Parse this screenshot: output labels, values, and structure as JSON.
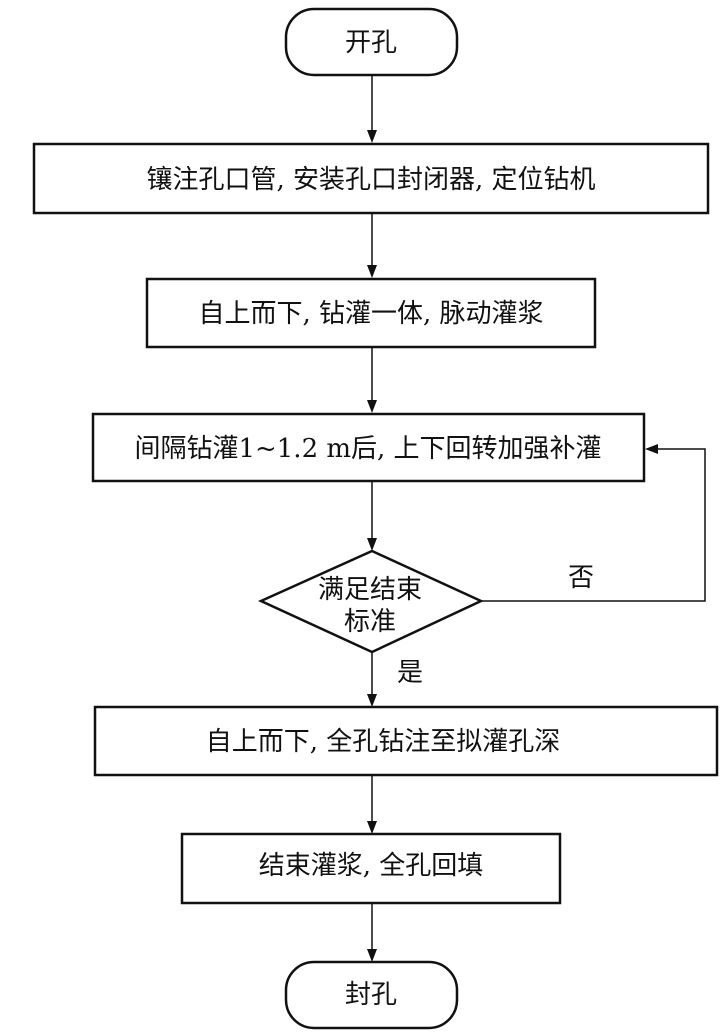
{
  "flowchart": {
    "start": {
      "label": "开孔"
    },
    "steps": [
      {
        "label": "镶注孔口管, 安装孔口封闭器, 定位钻机"
      },
      {
        "label": "自上而下, 钻灌一体, 脉动灌浆"
      },
      {
        "label": "间隔钻灌1~1.2 m后, 上下回转加强补灌"
      }
    ],
    "decision": {
      "line1": "满足结束",
      "line2": "标准"
    },
    "branch_labels": {
      "no": "否",
      "yes": "是"
    },
    "after_steps": [
      {
        "label": "自上而下, 全孔钻注至拟灌孔深"
      },
      {
        "label": "结束灌浆, 全孔回填"
      }
    ],
    "end": {
      "label": "封孔"
    }
  }
}
